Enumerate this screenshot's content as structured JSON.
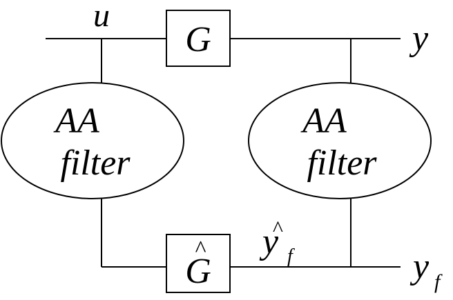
{
  "signals": {
    "input": "u",
    "output": "y",
    "filtered_output": "y",
    "filtered_output_sub": "f",
    "estimated_filtered_output": "y",
    "estimated_filtered_output_sub": "f",
    "hat_mark": "^"
  },
  "blocks": {
    "plant": "G",
    "model": "G",
    "model_hat": "^"
  },
  "filters": {
    "left": {
      "line1": "AA",
      "line2": "filter"
    },
    "right": {
      "line1": "AA",
      "line2": "filter"
    }
  }
}
